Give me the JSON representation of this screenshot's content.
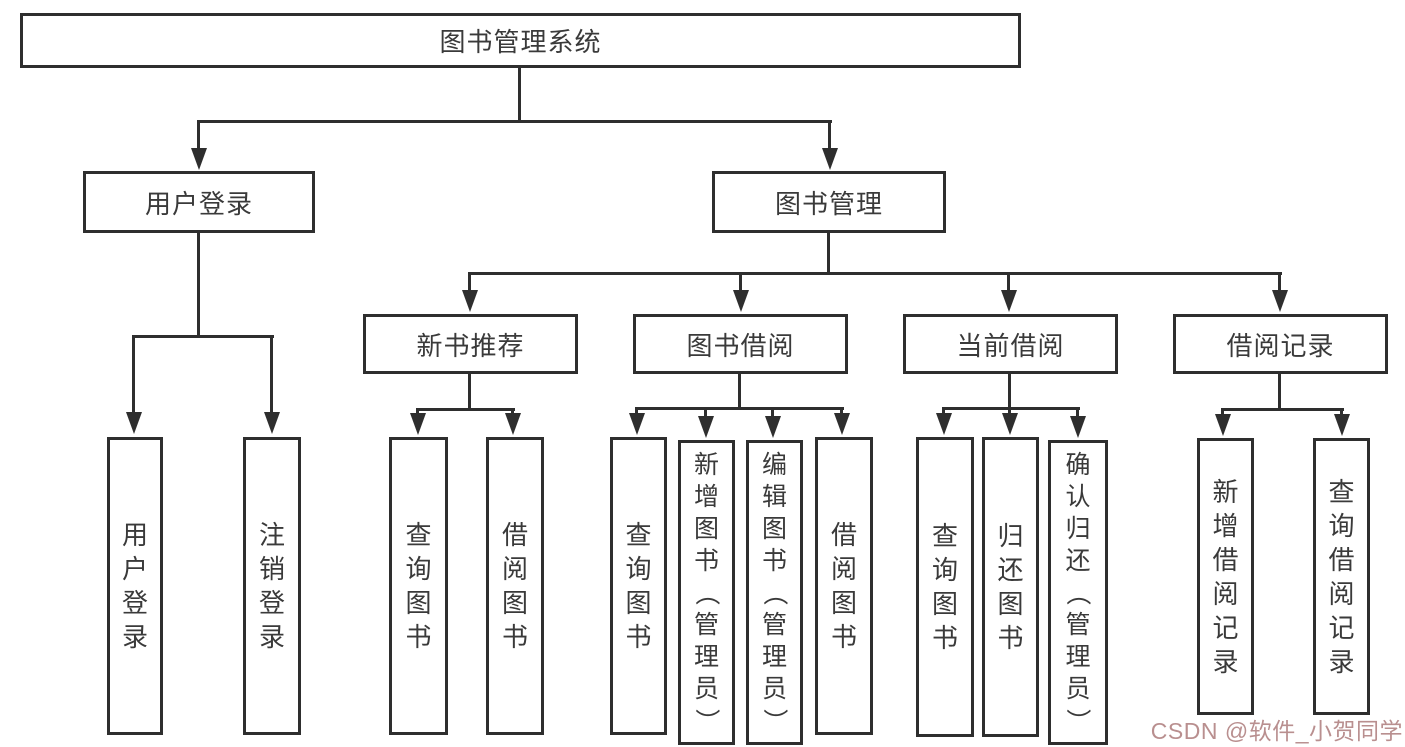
{
  "colors": {
    "line": "#2e2e2e",
    "text": "#3a3a3a",
    "box_background": "#ffffff",
    "watermark": "#b98f8f"
  },
  "watermark": {
    "text": "CSDN @软件_小贺同学"
  },
  "diagram": {
    "root": {
      "label": "图书管理系统"
    },
    "branches": [
      {
        "label": "用户登录",
        "children": [
          {
            "label": "用户登录"
          },
          {
            "label": "注销登录"
          }
        ]
      },
      {
        "label": "图书管理",
        "children": [
          {
            "label": "新书推荐",
            "children": [
              {
                "label": "查询图书"
              },
              {
                "label": "借阅图书"
              }
            ]
          },
          {
            "label": "图书借阅",
            "children": [
              {
                "label": "查询图书"
              },
              {
                "label": "新增图书（管理员）"
              },
              {
                "label": "编辑图书（管理员）"
              },
              {
                "label": "借阅图书"
              }
            ]
          },
          {
            "label": "当前借阅",
            "children": [
              {
                "label": "查询图书"
              },
              {
                "label": "归还图书"
              },
              {
                "label": "确认归还（管理员）"
              }
            ]
          },
          {
            "label": "借阅记录",
            "children": [
              {
                "label": "新增借阅记录"
              },
              {
                "label": "查询借阅记录"
              }
            ]
          }
        ]
      }
    ]
  }
}
